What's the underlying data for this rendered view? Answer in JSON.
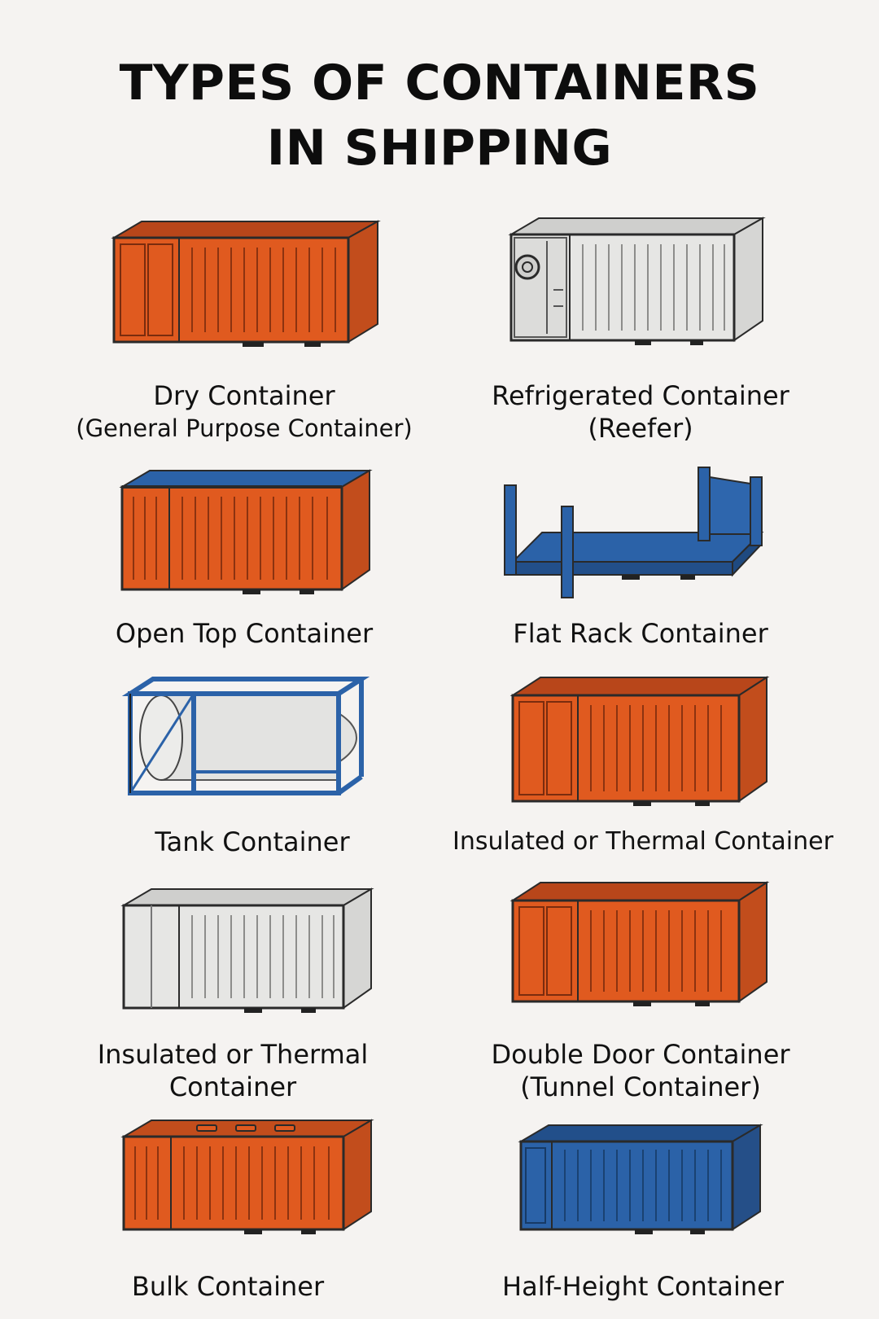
{
  "title": {
    "line1": "TYPES OF CONTAINERS",
    "line2": "IN SHIPPING"
  },
  "colors": {
    "orange": "#e05a1f",
    "blue": "#2b62a8",
    "white": "#e6e6e4",
    "outline": "#2a2a2a",
    "background": "#f5f3f1"
  },
  "containers": [
    {
      "line1": "Dry Container",
      "line2": "(General Purpose Container)",
      "icon": "dry-container-icon"
    },
    {
      "line1": "Refrigerated Container",
      "line2": "(Reefer)",
      "icon": "reefer-container-icon"
    },
    {
      "line1": "Open Top Container",
      "line2": "",
      "icon": "open-top-container-icon"
    },
    {
      "line1": "Flat Rack Container",
      "line2": "",
      "icon": "flat-rack-container-icon"
    },
    {
      "line1": "Tank Container",
      "line2": "",
      "icon": "tank-container-icon"
    },
    {
      "line1": "Insulated or Thermal Container",
      "line2": "",
      "icon": "insulated-container-orange-icon"
    },
    {
      "line1": "Insulated or Thermal",
      "line2": "Container",
      "icon": "insulated-container-white-icon"
    },
    {
      "line1": "Double Door Container",
      "line2": "(Tunnel Container)",
      "icon": "double-door-container-icon"
    },
    {
      "line1": "Bulk Container",
      "line2": "",
      "icon": "bulk-container-icon"
    },
    {
      "line1": "Half-Height Container",
      "line2": "",
      "icon": "half-height-container-icon"
    }
  ]
}
